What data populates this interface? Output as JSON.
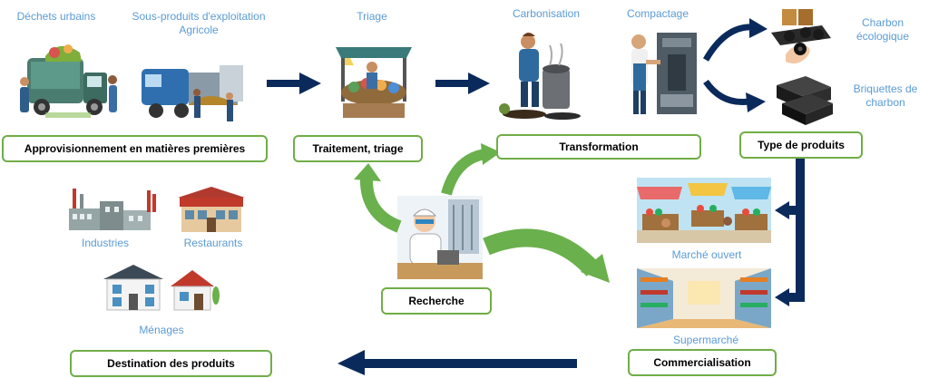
{
  "captions": {
    "dechets": "Déchets urbains",
    "sous_produits": "Sous-produits d'exploitation\nAgricole",
    "triage": "Triage",
    "carbonisation": "Carbonisation",
    "compactage": "Compactage",
    "charbon_eco": "Charbon\nécologique",
    "briquettes": "Briquettes de\ncharbon",
    "industries": "Industries",
    "restaurants": "Restaurants",
    "menages": "Ménages",
    "marche": "Marché ouvert",
    "supermarche": "Supermarché"
  },
  "boxes": {
    "appro": "Approvisionnement en matières premières",
    "traitement": "Traitement, triage",
    "transformation": "Transformation",
    "type": "Type de produits",
    "recherche": "Recherche",
    "destination": "Destination des produits",
    "commercialisation": "Commercialisation"
  },
  "colors": {
    "box_border": "#70ad47",
    "caption": "#5b9bd5",
    "navy_arrow": "#0b2a5c",
    "green_arrow": "#6ab04c"
  }
}
